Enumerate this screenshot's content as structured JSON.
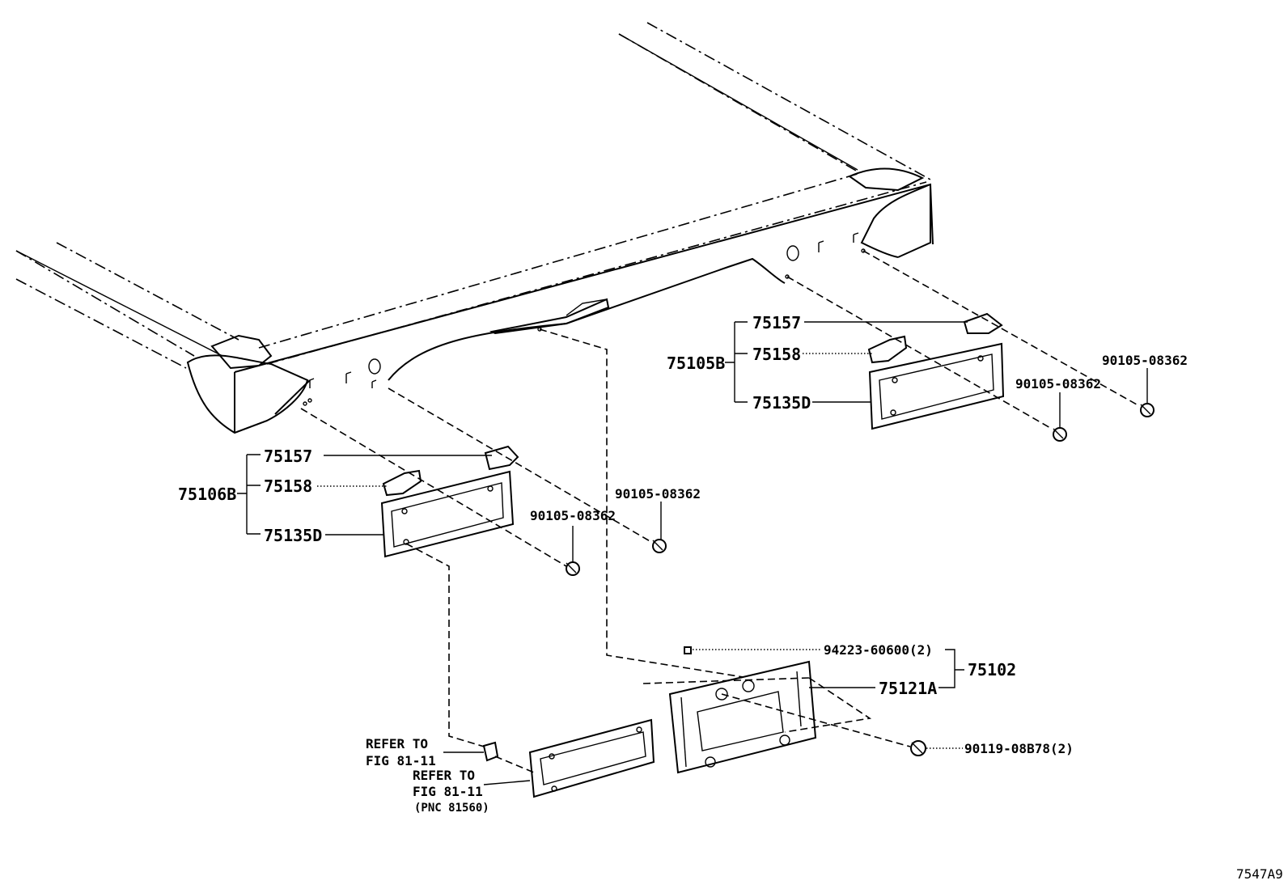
{
  "labels": {
    "right_group": {
      "assembly": "75105B",
      "p1": "75157",
      "p2": "75158",
      "p3": "75135D",
      "bolt_a": "90105-08362",
      "bolt_b": "90105-08362"
    },
    "left_group": {
      "assembly": "75106B",
      "p1": "75157",
      "p2": "75158",
      "p3": "75135D",
      "bolt_a": "90105-08362",
      "bolt_b": "90105-08362"
    },
    "center_group": {
      "assembly": "75102",
      "nut": "94223-60600(2)",
      "plate": "75121A",
      "screw": "90119-08B78(2)"
    },
    "refer_1": {
      "line1": "REFER TO",
      "line2": "FIG 81-11"
    },
    "refer_2": {
      "line1": "REFER TO",
      "line2": "FIG 81-11",
      "line3": "(PNC 81560)"
    },
    "diagram_code": "7547A9"
  }
}
